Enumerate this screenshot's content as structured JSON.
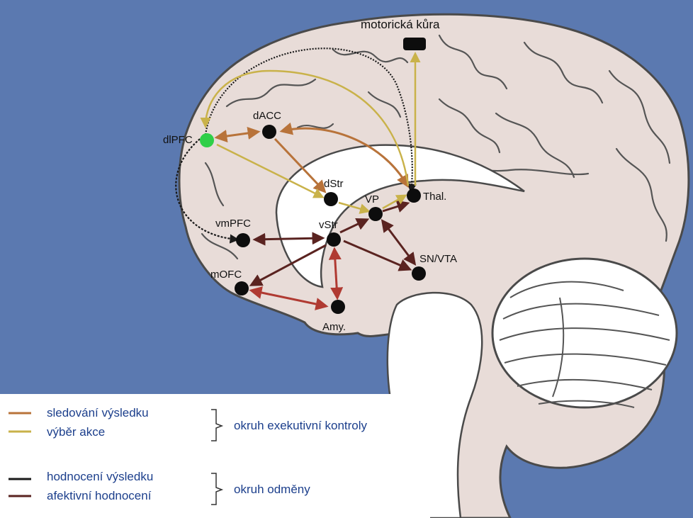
{
  "colors": {
    "background": "#5b79b0",
    "brain_fill": "#e8dcd8",
    "outline": "#4a4a4a",
    "monitoring": "#b8733a",
    "action": "#c9b24a",
    "evaluation": "#1a1a1a",
    "affective": "#5a2320",
    "affective_red": "#b03a32",
    "dlpfc_node": "#2fcf48",
    "node": "#0d0d0d",
    "legend_text": "#1c3f8c"
  },
  "regions": {
    "motor_cortex": "motorická kůra",
    "dlpfc": "dlPFC",
    "dacc": "dACC",
    "dstr": "dStr",
    "vp": "VP",
    "thal": "Thal.",
    "vmpfc": "vmPFC",
    "vstr": "vStr",
    "snvta": "SN/VTA",
    "mofc": "mOFC",
    "amy": "Amy."
  },
  "legend": {
    "monitoring": "sledování výsledku",
    "action_selection": "výběr akce",
    "executive_circuit": "okruh exekutivní kontroly",
    "outcome_evaluation": "hodnocení výsledku",
    "affective_evaluation": "afektivní hodnocení",
    "reward_circuit": "okruh odměny"
  }
}
